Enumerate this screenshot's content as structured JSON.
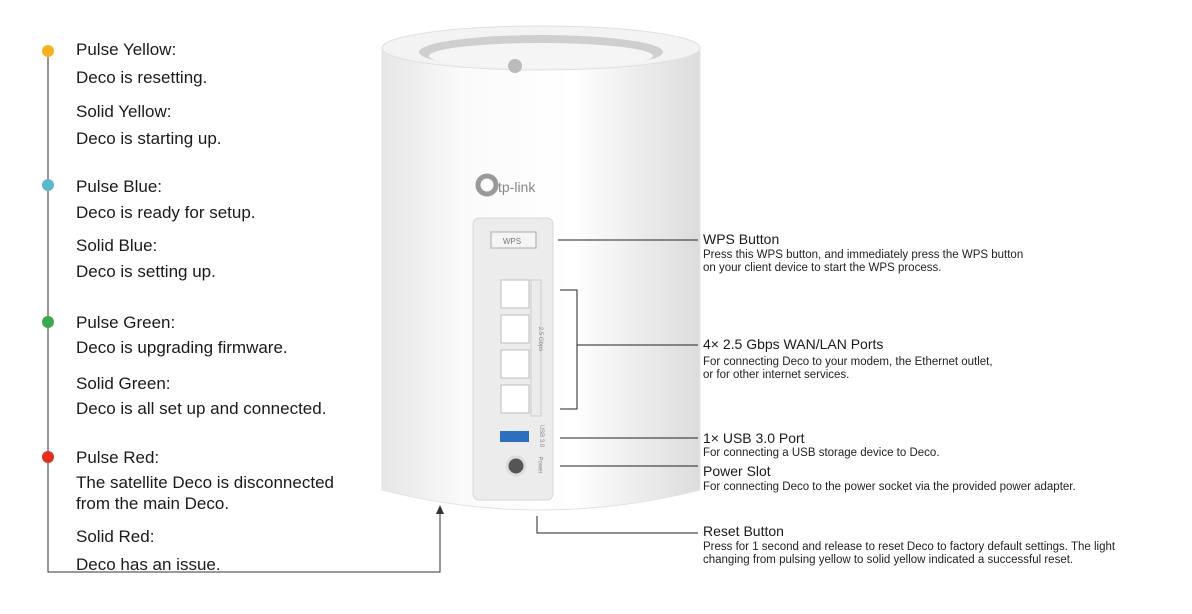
{
  "colors": {
    "yellow": "#f5b120",
    "blue": "#5bb8cc",
    "green": "#3aa851",
    "red": "#e0301e"
  },
  "led_states": [
    {
      "color": "yellow",
      "pulse_label": "Pulse Yellow:",
      "pulse_desc": "Deco is resetting.",
      "solid_label": "Solid Yellow:",
      "solid_desc": "Deco is starting up."
    },
    {
      "color": "blue",
      "pulse_label": "Pulse Blue:",
      "pulse_desc": "Deco is ready for setup.",
      "solid_label": "Solid Blue:",
      "solid_desc": "Deco is setting up."
    },
    {
      "color": "green",
      "pulse_label": "Pulse Green:",
      "pulse_desc": "Deco is upgrading firmware.",
      "solid_label": "Solid Green:",
      "solid_desc": "Deco is all set up and connected."
    },
    {
      "color": "red",
      "pulse_label": "Pulse Red:",
      "pulse_desc_1": "The satellite Deco is disconnected",
      "pulse_desc_2": "from the main Deco.",
      "solid_label": "Solid Red:",
      "solid_desc": "Deco has an issue."
    }
  ],
  "device": {
    "brand": "tp-link",
    "wps_label": "WPS",
    "port_label": "2.5 Gbps",
    "usb_label": "USB 3.0",
    "power_label": "Power"
  },
  "callouts": {
    "wps": {
      "title": "WPS Button",
      "desc_1": "Press this WPS button, and immediately press the WPS button",
      "desc_2": "on your client device to start the WPS process."
    },
    "ports": {
      "title": "4× 2.5 Gbps WAN/LAN Ports",
      "desc_1": "For connecting Deco to your modem, the Ethernet outlet,",
      "desc_2": "or for other internet services."
    },
    "usb": {
      "title": "1× USB 3.0 Port",
      "desc_1": "For connecting a USB storage device to Deco."
    },
    "power": {
      "title": "Power Slot",
      "desc_1": "For connecting Deco to the power socket via the provided power adapter."
    },
    "reset": {
      "title": "Reset Button",
      "desc_1": "Press for 1 second and release to reset Deco to factory default settings. The light",
      "desc_2": "changing from pulsing yellow to solid yellow indicated a successful reset."
    }
  }
}
